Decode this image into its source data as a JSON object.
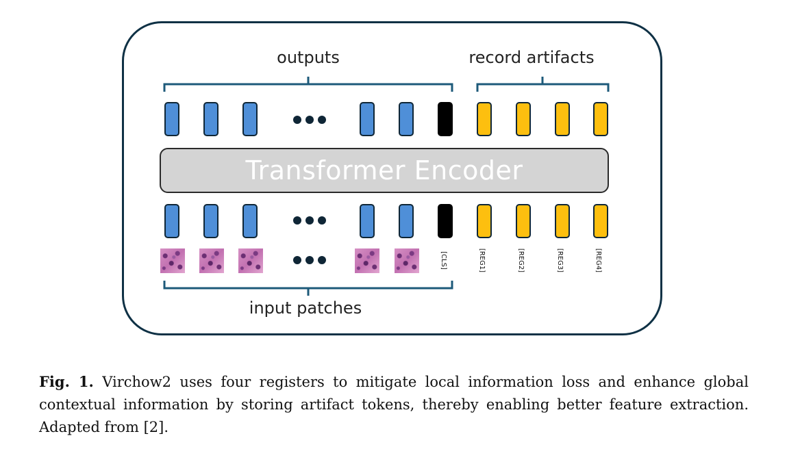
{
  "diagram": {
    "outputs_label": "outputs",
    "record_label": "record artifacts",
    "encoder_label": "Transformer Encoder",
    "input_label": "input patches",
    "cls_label": "[CLS]",
    "reg_labels": [
      "[REG1]",
      "[REG2]",
      "[REG3]",
      "[REG4]"
    ],
    "colors": {
      "patch_token": "#4f8fd8",
      "cls_token": "#000000",
      "register_token": "#fdbf0f",
      "bracket": "#1d5a7a",
      "frame": "#0f3145"
    }
  },
  "caption": {
    "label": "Fig. 1.",
    "text": "Virchow2 uses four registers to mitigate local information loss and enhance global contextual information by storing artifact tokens, thereby enabling better feature extraction. Adapted from [2]."
  }
}
